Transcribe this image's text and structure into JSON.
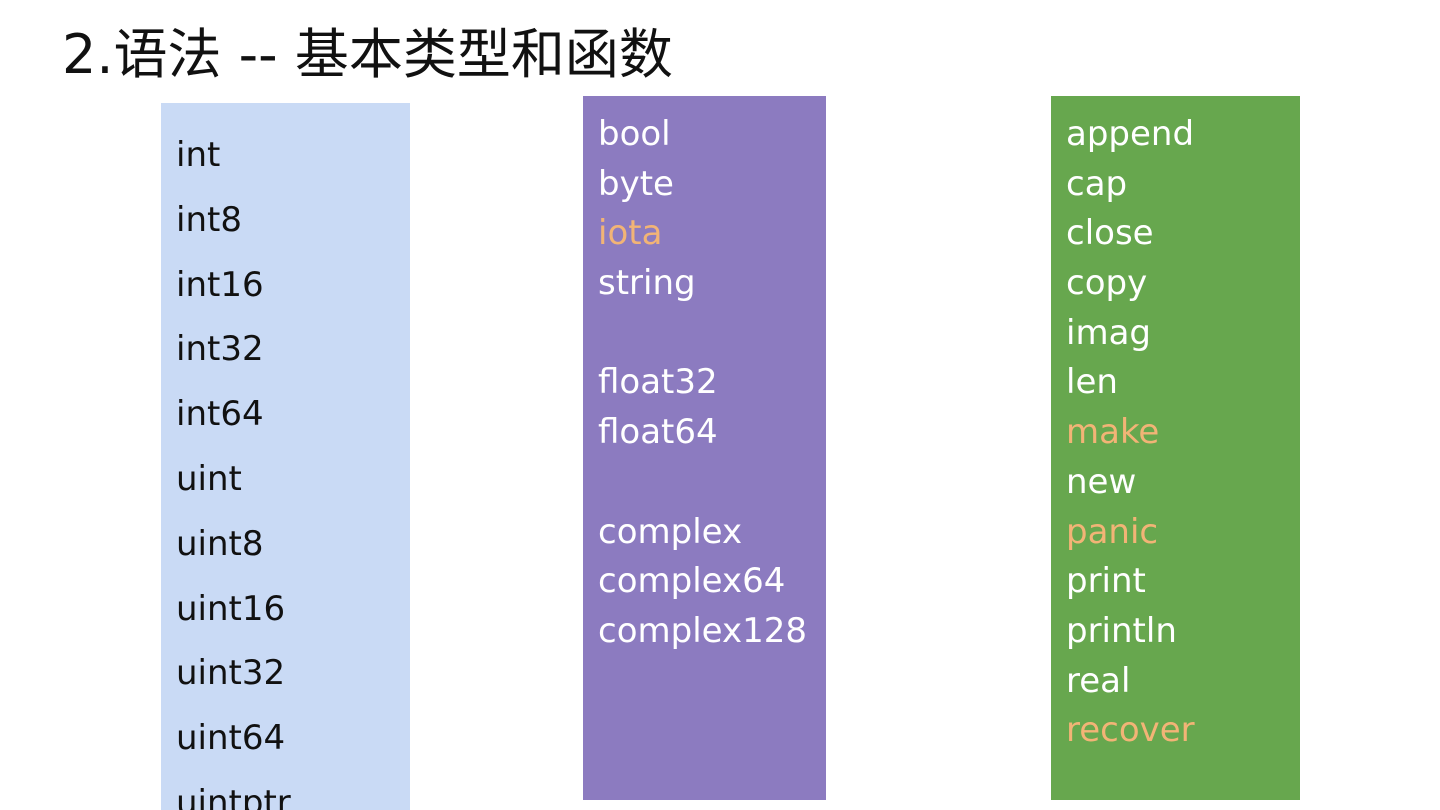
{
  "title": "2.语法 -- 基本类型和函数",
  "colors": {
    "ints_bg": "#c9daf5",
    "types_bg": "#8c7bc0",
    "funcs_bg": "#67a74e",
    "highlight": "#f2b476"
  },
  "integer_types": [
    "int",
    "int8",
    "int16",
    "int32",
    "int64",
    "uint",
    "uint8",
    "uint16",
    "uint32",
    "uint64",
    "uintptr"
  ],
  "other_types": {
    "group1": [
      "bool",
      "byte",
      "iota",
      "string"
    ],
    "group2": [
      "float32",
      "float64"
    ],
    "group3": [
      "complex",
      "complex64",
      "complex128"
    ],
    "highlighted": [
      "iota"
    ]
  },
  "builtin_functions": {
    "items": [
      "append",
      "cap",
      "close",
      "copy",
      "imag",
      "len",
      "make",
      "new",
      "panic",
      "print",
      "println",
      "real",
      "recover"
    ],
    "highlighted": [
      "make",
      "panic",
      "recover"
    ]
  }
}
